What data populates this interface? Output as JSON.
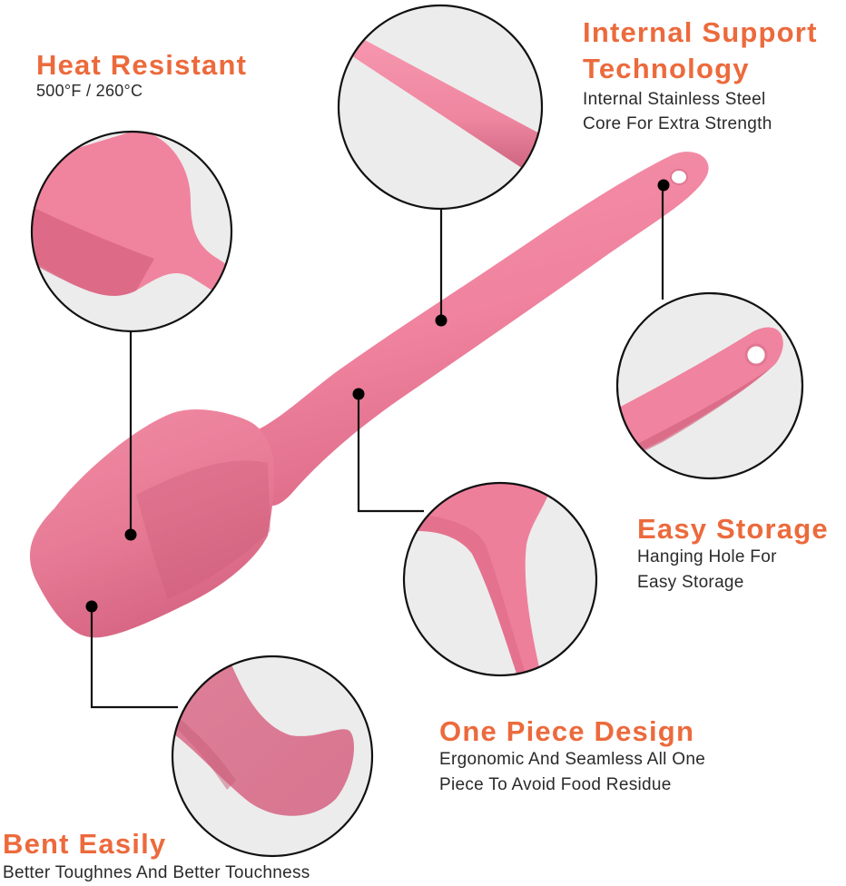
{
  "colors": {
    "accent_orange": "#ec6a3c",
    "text_dark": "#2a2a2a",
    "product_pink": "#f0839f",
    "product_pink_dark": "#d8607e",
    "circle_fill": "#ececec",
    "outline": "#111111",
    "background": "#ffffff"
  },
  "features": {
    "heat_resistant": {
      "title": "Heat Resistant",
      "desc_lines": [
        "500°F / 260°C"
      ]
    },
    "internal_support": {
      "title_lines": [
        "Internal Support",
        "Technology"
      ],
      "desc_lines": [
        "Internal Stainless Steel",
        "Core For Extra Strength"
      ]
    },
    "easy_storage": {
      "title": "Easy Storage",
      "desc_lines": [
        "Hanging Hole For",
        "Easy Storage"
      ]
    },
    "one_piece_design": {
      "title": "One Piece Design",
      "desc_lines": [
        "Ergonomic And Seamless All One",
        "Piece To Avoid Food Residue"
      ]
    },
    "bent_easily": {
      "title": "Bent Easily",
      "desc_lines": [
        "Better Toughnes And Better Touchness"
      ]
    }
  },
  "product": {
    "name": "pink silicone spatula",
    "detail_circles": [
      "spatula-head-detail",
      "handle-core-detail",
      "hanging-hole-detail",
      "neck-seamless-detail",
      "bent-flexible-detail"
    ]
  }
}
